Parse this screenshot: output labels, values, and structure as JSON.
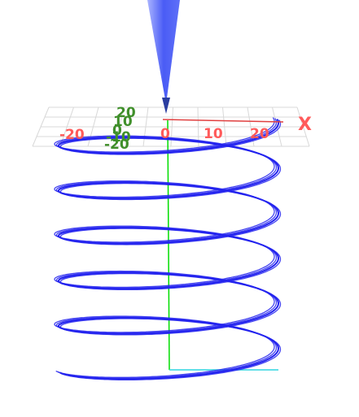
{
  "chart_data": {
    "type": "line",
    "view": "3d",
    "title": "",
    "axes": {
      "x": {
        "label": "X",
        "ticks": [
          "-20",
          "0",
          "10",
          "20"
        ],
        "color": "#ff5a5a"
      },
      "y": {
        "label": "",
        "ticks": [
          "20",
          "10",
          "0",
          "-10",
          "-20"
        ],
        "color": "#3f8f2a"
      },
      "z": {
        "label": "",
        "color": "#00dd00"
      }
    },
    "series": [
      {
        "kind": "helix",
        "color": "#2323ee",
        "radius": 22,
        "turns": 5.5,
        "z_range": [
          0,
          -50
        ]
      }
    ],
    "cone": {
      "color": "#4a5cf5",
      "dark": "#2a3da0"
    },
    "grid": true,
    "guide_line_color": "#2fd6e0"
  }
}
